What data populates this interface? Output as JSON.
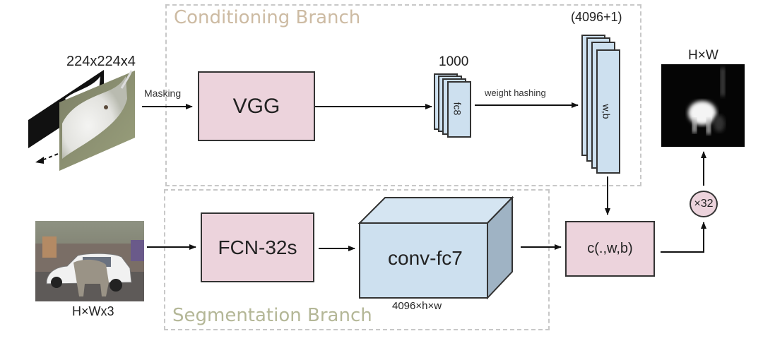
{
  "diagram": {
    "conditioning_branch": {
      "title": "Conditioning Branch",
      "title_color": "#cdbba3"
    },
    "segmentation_branch": {
      "title": "Segmentation Branch",
      "title_color": "#b4b797"
    },
    "input_support": {
      "label": "224x224x4",
      "image": "goat image with binary mask"
    },
    "masking_label": "Masking",
    "vgg_label": "VGG",
    "fc8": {
      "label": "fc8",
      "dim": "1000"
    },
    "weight_hashing_label": "weight hashing",
    "wb": {
      "label": "w,b",
      "dim": "(4096+1)"
    },
    "query_image": {
      "label": "H×Wx3",
      "image": "street scene with cow and white car"
    },
    "fcn_label": "FCN-32s",
    "conv_fc7": {
      "label": "conv-fc7",
      "dim": "4096×h×w"
    },
    "classifier_label": "c(.,w,b)",
    "upsample_label": "×32",
    "output": {
      "label": "H×W",
      "image": "heatmap segmentation output"
    },
    "colors": {
      "pink": "#ecd3dc",
      "blue": "#cde0ef",
      "blue_side": "#9fb3c4",
      "stroke": "#333333",
      "dash": "#c8c8c8"
    }
  }
}
